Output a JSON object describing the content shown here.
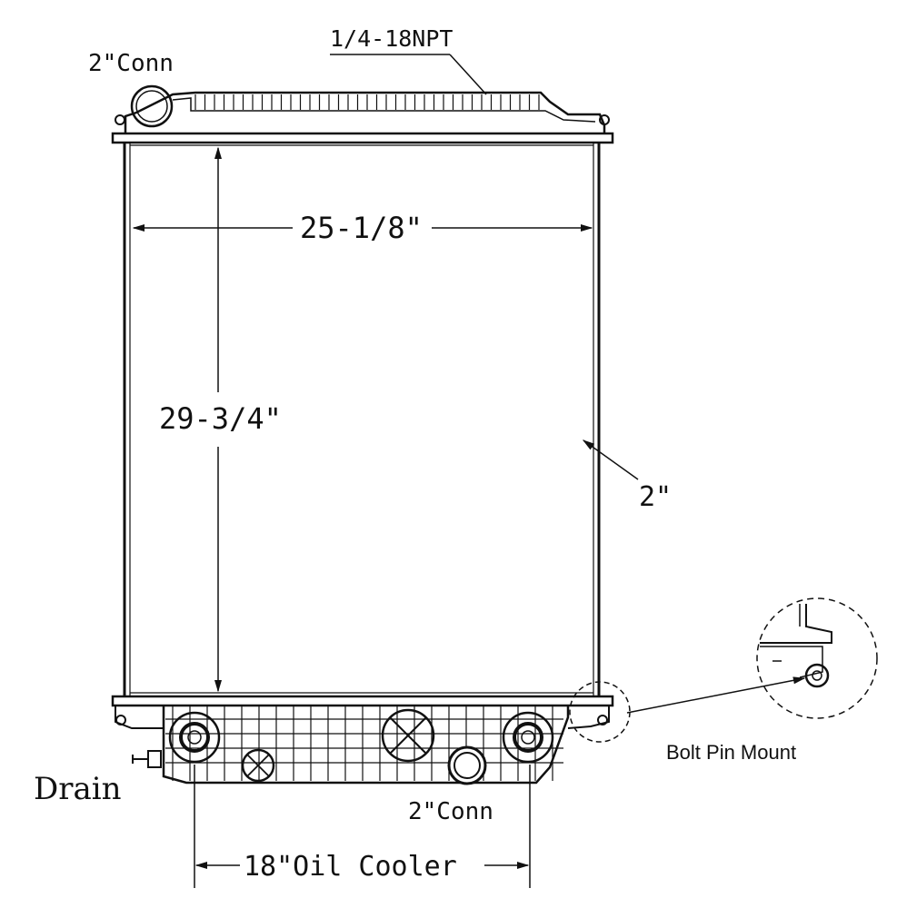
{
  "diagram": {
    "labels": {
      "top_conn": "2\"Conn",
      "npt": "1/4-18NPT",
      "width": "25-1/8\"",
      "height": "29-3/4\"",
      "thickness": "2\"",
      "bolt_pin_mount": "Bolt Pin Mount",
      "drain": "Drain",
      "bottom_conn": "2\"Conn",
      "oil_cooler": "18\"Oil Cooler"
    }
  }
}
